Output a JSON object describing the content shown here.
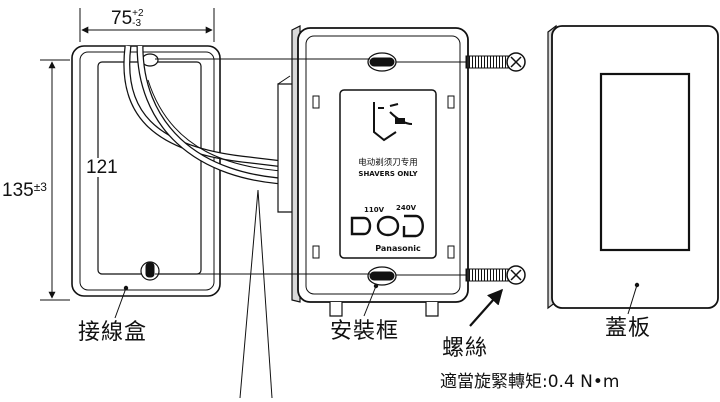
{
  "dimensions": {
    "width_value": "75",
    "width_tol_upper": "+2",
    "width_tol_lower": "-3",
    "height_value": "135",
    "height_tol": "±3",
    "hole_spacing": "121"
  },
  "faceplate": {
    "chinese_text": "电动剃须刀专用",
    "english_text": "SHAVERS ONLY",
    "voltage_left": "110V",
    "voltage_right": "240V",
    "brand": "Panasonic"
  },
  "labels": {
    "junction_box": "接線盒",
    "mounting_frame": "安裝框",
    "screw": "螺絲",
    "cover_plate": "蓋板",
    "torque": "適當旋緊轉矩:0.4 N•m"
  },
  "colors": {
    "line": "#111111",
    "fill": "#ffffff",
    "shade": "#d9d9d9"
  }
}
